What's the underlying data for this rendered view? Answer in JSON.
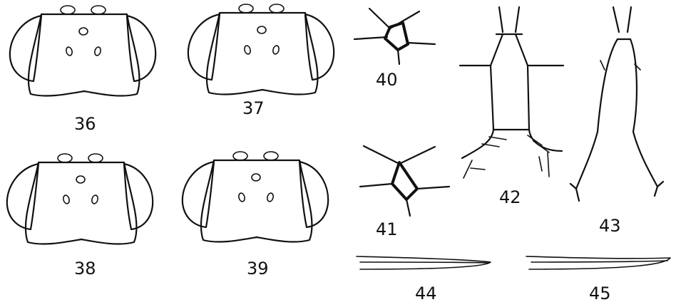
{
  "figure_labels": {
    "fig36": "36",
    "fig37": "37",
    "fig38": "38",
    "fig39": "39",
    "fig40": "40",
    "fig41": "41",
    "fig42": "42",
    "fig43": "43",
    "fig44": "44",
    "fig45": "45"
  },
  "ink_color": "#111111",
  "background_color": "#ffffff"
}
